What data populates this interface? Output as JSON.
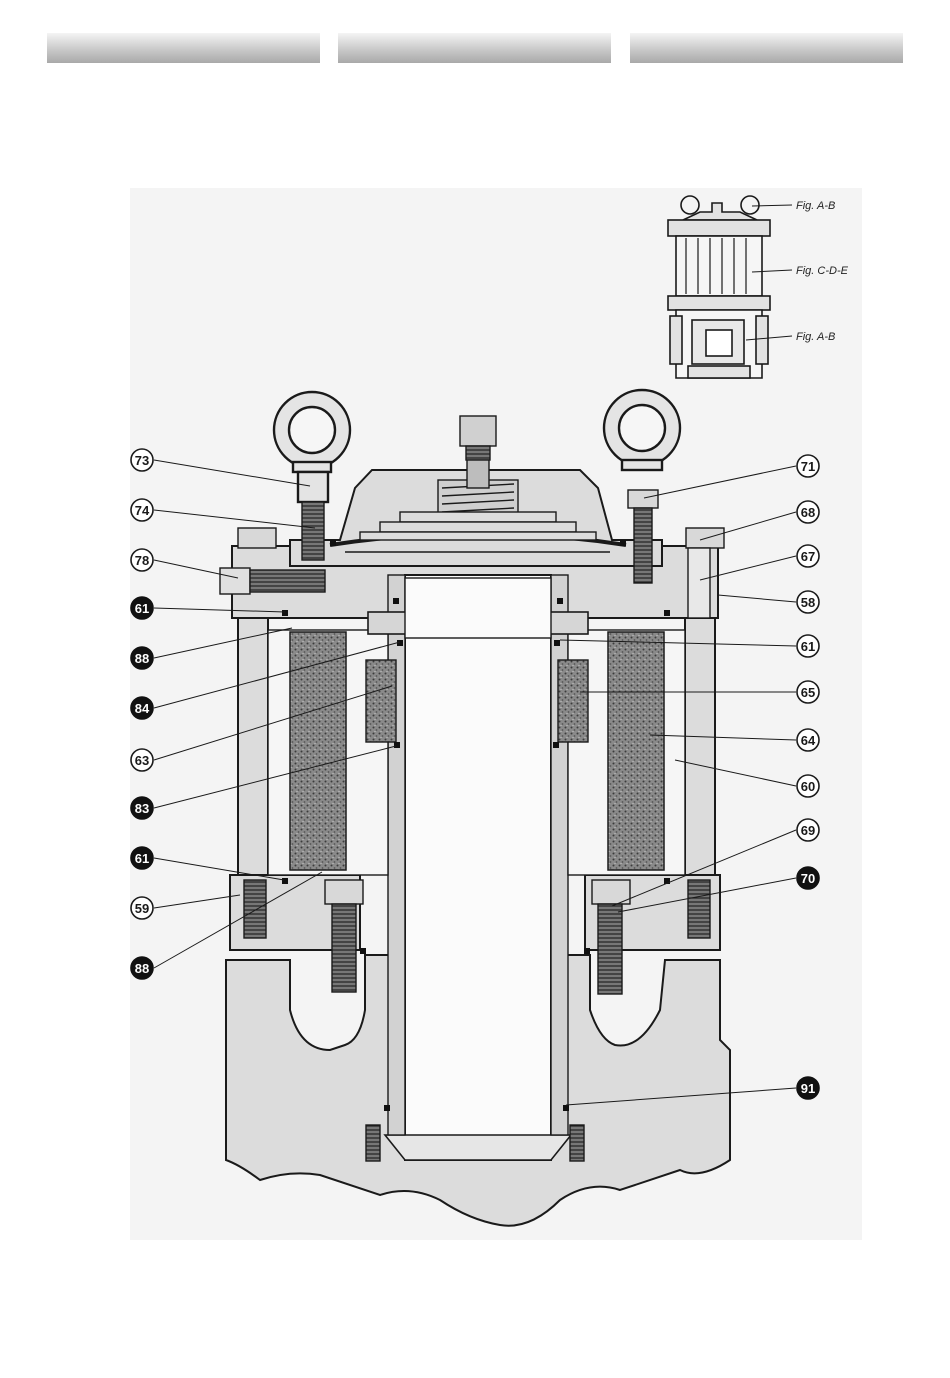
{
  "header": {
    "bars": [
      "",
      "",
      ""
    ]
  },
  "inset": {
    "labels": [
      {
        "id": "top",
        "text": "Fig. A-B"
      },
      {
        "id": "mid",
        "text": "Fig. C-D-E"
      },
      {
        "id": "bot",
        "text": "Fig. A-B"
      }
    ]
  },
  "callouts": {
    "left": [
      {
        "num": "73",
        "style": "outline"
      },
      {
        "num": "74",
        "style": "outline"
      },
      {
        "num": "78",
        "style": "outline"
      },
      {
        "num": "61",
        "style": "filled"
      },
      {
        "num": "88",
        "style": "filled"
      },
      {
        "num": "84",
        "style": "filled"
      },
      {
        "num": "63",
        "style": "outline"
      },
      {
        "num": "83",
        "style": "filled"
      },
      {
        "num": "61",
        "style": "filled"
      },
      {
        "num": "59",
        "style": "outline"
      },
      {
        "num": "88",
        "style": "filled"
      }
    ],
    "right": [
      {
        "num": "71",
        "style": "outline"
      },
      {
        "num": "68",
        "style": "outline"
      },
      {
        "num": "67",
        "style": "outline"
      },
      {
        "num": "58",
        "style": "outline"
      },
      {
        "num": "61",
        "style": "outline"
      },
      {
        "num": "65",
        "style": "outline"
      },
      {
        "num": "64",
        "style": "outline"
      },
      {
        "num": "60",
        "style": "outline"
      },
      {
        "num": "69",
        "style": "outline"
      },
      {
        "num": "70",
        "style": "filled"
      },
      {
        "num": "91",
        "style": "filled"
      }
    ]
  },
  "colors": {
    "body": "#dcdcdc",
    "outline": "#1a1a1a",
    "cartridge": "#7a7a7a",
    "paper": "#f4f4f4"
  }
}
